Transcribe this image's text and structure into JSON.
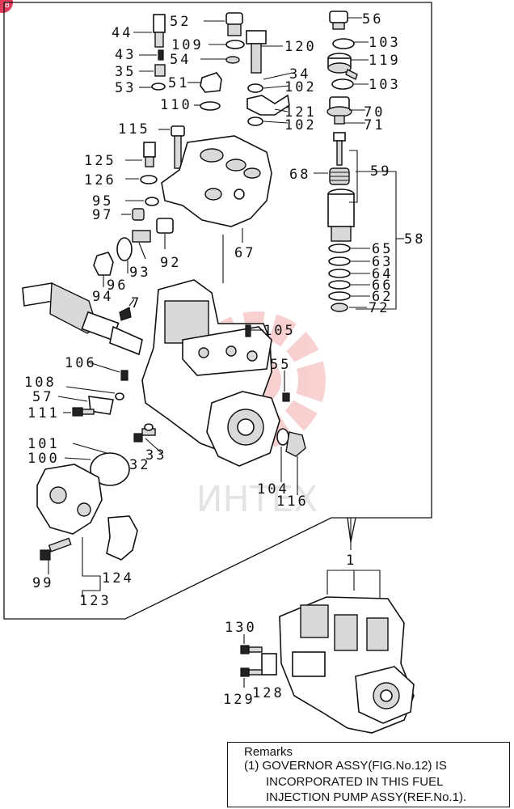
{
  "badge": "8",
  "watermark_text": "ИНТЕХ",
  "assembly_label": "1",
  "labels": {
    "p44": "44",
    "p52": "52",
    "p56": "56",
    "p109": "109",
    "p120": "120",
    "p103a": "103",
    "p43": "43",
    "p54": "54",
    "p119": "119",
    "p35": "35",
    "p34": "34",
    "p51": "51",
    "p53": "53",
    "p102a": "102",
    "p103b": "103",
    "p110": "110",
    "p121": "121",
    "p70": "70",
    "p102b": "102",
    "p71": "71",
    "p115": "115",
    "p125": "125",
    "p68": "68",
    "p59": "59",
    "p126": "126",
    "p95": "95",
    "p97": "97",
    "p58": "58",
    "p65": "65",
    "p67": "67",
    "p93": "93",
    "p92": "92",
    "p63": "63",
    "p64": "64",
    "p96": "96",
    "p94": "94",
    "p66": "66",
    "p62": "62",
    "p72": "72",
    "p7": "7",
    "p105": "105",
    "p106": "106",
    "p55": "55",
    "p108": "108",
    "p57": "57",
    "p111": "111",
    "p101": "101",
    "p100": "100",
    "p32": "32",
    "p33": "33",
    "p104": "104",
    "p116": "116",
    "p99": "99",
    "p124": "124",
    "p123": "123",
    "p130": "130",
    "p128": "128",
    "p129": "129"
  },
  "remarks": {
    "title": "Remarks",
    "line1": "(1) GOVERNOR ASSY(FIG.No.12) IS",
    "line2": "INCORPORATED IN THIS FUEL",
    "line3": "INJECTION PUMP ASSY(REF.No.1)."
  }
}
